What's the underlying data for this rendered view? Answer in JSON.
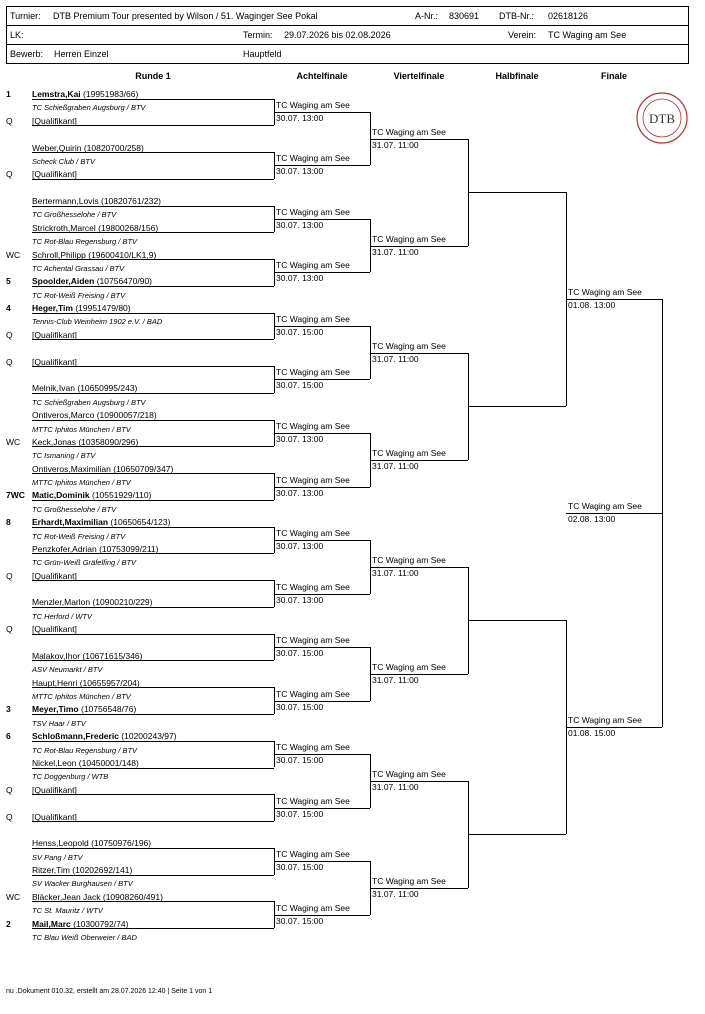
{
  "header": {
    "turnier_label": "Turnier:",
    "turnier": "DTB Premium Tour presented by Wilson / 51. Waginger See Pokal",
    "anr_label": "A-Nr.:",
    "anr": "830691",
    "dtbnr_label": "DTB-Nr.:",
    "dtbnr": "02618126",
    "lk_label": "LK:",
    "termin_label": "Termin:",
    "termin": "29.07.2026 bis 02.08.2026",
    "verein_label": "Verein:",
    "verein": "TC Waging am See",
    "bewerb_label": "Bewerb:",
    "bewerb": "Herren Einzel",
    "feld": "Hauptfeld"
  },
  "columns": [
    "Runde 1",
    "Achtelfinale",
    "Viertelfinale",
    "Halbfinale",
    "Finale"
  ],
  "logo_text": "DTB",
  "players": [
    {
      "seed": "1",
      "name": "Lemstra,Kai",
      "id": " (19951983/66)",
      "club": "TC Schießgraben Augsburg / BTV",
      "seeded": true
    },
    {
      "seed": "Q",
      "name": "[Qualifikant]",
      "id": "",
      "club": "",
      "seeded": false
    },
    {
      "seed": "",
      "name": "Weber,Quirin",
      "id": " (10820700/258)",
      "club": "Scheck Club / BTV",
      "seeded": false
    },
    {
      "seed": "Q",
      "name": "[Qualifikant]",
      "id": "",
      "club": "",
      "seeded": false
    },
    {
      "seed": "",
      "name": "Bertermann,Lovis",
      "id": " (10820761/232)",
      "club": "TC Großhesselohe / BTV",
      "seeded": false
    },
    {
      "seed": "",
      "name": "Strickroth,Marcel",
      "id": " (19800268/156)",
      "club": "TC Rot-Blau Regensburg / BTV",
      "seeded": false
    },
    {
      "seed": "WC",
      "name": "Schroll,Philipp",
      "id": " (19600410/LK1,9)",
      "club": "TC Achental Grassau / BTV",
      "seeded": false
    },
    {
      "seed": "5",
      "name": "Spoolder,Aiden",
      "id": " (10756470/90)",
      "club": "TC Rot-Weiß Freising / BTV",
      "seeded": true
    },
    {
      "seed": "4",
      "name": "Heger,Tim",
      "id": " (19951479/80)",
      "club": "Tennis-Club Weinheim 1902 e.V. / BAD",
      "seeded": true
    },
    {
      "seed": "Q",
      "name": "[Qualifikant]",
      "id": "",
      "club": "",
      "seeded": false
    },
    {
      "seed": "Q",
      "name": "[Qualifikant]",
      "id": "",
      "club": "",
      "seeded": false
    },
    {
      "seed": "",
      "name": "Melnik,Ivan",
      "id": " (10650995/243)",
      "club": "TC Schießgraben Augsburg / BTV",
      "seeded": false
    },
    {
      "seed": "",
      "name": "Ontiveros,Marco",
      "id": " (10900057/218)",
      "club": "MTTC Iphitos München / BTV",
      "seeded": false
    },
    {
      "seed": "WC",
      "name": "Keck,Jonas",
      "id": " (10358090/296)",
      "club": "TC Ismaning / BTV",
      "seeded": false
    },
    {
      "seed": "",
      "name": "Ontiveros,Maximilian",
      "id": " (10650709/347)",
      "club": "MTTC Iphitos München / BTV",
      "seeded": false
    },
    {
      "seed": "7WC",
      "name": "Matic,Dominik",
      "id": " (10551929/110)",
      "club": "TC Großhesselohe / BTV",
      "seeded": true
    },
    {
      "seed": "8",
      "name": "Erhardt,Maximilian",
      "id": " (10650654/123)",
      "club": "TC Rot-Weiß Freising / BTV",
      "seeded": true
    },
    {
      "seed": "",
      "name": "Penzkofer,Adrian",
      "id": " (10753099/211)",
      "club": "TC Grün-Weiß Gräfelfing / BTV",
      "seeded": false
    },
    {
      "seed": "Q",
      "name": "[Qualifikant]",
      "id": "",
      "club": "",
      "seeded": false
    },
    {
      "seed": "",
      "name": "Menzler,Marlon",
      "id": " (10900210/229)",
      "club": "TC Herford / WTV",
      "seeded": false
    },
    {
      "seed": "Q",
      "name": "[Qualifikant]",
      "id": "",
      "club": "",
      "seeded": false
    },
    {
      "seed": "",
      "name": "Malakov,Ihor",
      "id": " (10671615/346)",
      "club": "ASV Neumarkt / BTV",
      "seeded": false
    },
    {
      "seed": "",
      "name": "Haupt,Henri",
      "id": " (10655957/204)",
      "club": "MTTC Iphitos München / BTV",
      "seeded": false
    },
    {
      "seed": "3",
      "name": "Meyer,Timo",
      "id": " (10756548/76)",
      "club": "TSV Haar / BTV",
      "seeded": true
    },
    {
      "seed": "6",
      "name": "Schloßmann,Frederic",
      "id": " (10200243/97)",
      "club": "TC Rot-Blau Regensburg / BTV",
      "seeded": true
    },
    {
      "seed": "",
      "name": "Nickel,Leon",
      "id": " (10450001/148)",
      "club": "TC Doggenburg / WTB",
      "seeded": false
    },
    {
      "seed": "Q",
      "name": "[Qualifikant]",
      "id": "",
      "club": "",
      "seeded": false
    },
    {
      "seed": "Q",
      "name": "[Qualifikant]",
      "id": "",
      "club": "",
      "seeded": false
    },
    {
      "seed": "",
      "name": "Henss,Leopold",
      "id": " (10750976/196)",
      "club": "SV Pang / BTV",
      "seeded": false
    },
    {
      "seed": "",
      "name": "Ritzer,Tim",
      "id": " (10202692/141)",
      "club": "SV Wacker Burghausen / BTV",
      "seeded": false
    },
    {
      "seed": "WC",
      "name": "Bläcker,Jean Jack",
      "id": " (10908260/491)",
      "club": "TC St. Mauritz / WTV",
      "seeded": false
    },
    {
      "seed": "2",
      "name": "Mail,Marc",
      "id": " (10300792/74)",
      "club": "TC Blau Weiß Oberweier / BAD",
      "seeded": true
    }
  ],
  "rounds": {
    "r16": [
      {
        "venue": "TC Waging am See",
        "time": "30.07. 13:00"
      },
      {
        "venue": "TC Waging am See",
        "time": "30.07. 13:00"
      },
      {
        "venue": "TC Waging am See",
        "time": "30.07. 13:00"
      },
      {
        "venue": "TC Waging am See",
        "time": "30.07. 13:00"
      },
      {
        "venue": "TC Waging am See",
        "time": "30.07. 15:00"
      },
      {
        "venue": "TC Waging am See",
        "time": "30.07. 15:00"
      },
      {
        "venue": "TC Waging am See",
        "time": "30.07. 13:00"
      },
      {
        "venue": "TC Waging am See",
        "time": "30.07. 13:00"
      },
      {
        "venue": "TC Waging am See",
        "time": "30.07. 13:00"
      },
      {
        "venue": "TC Waging am See",
        "time": "30.07. 13:00"
      },
      {
        "venue": "TC Waging am See",
        "time": "30.07. 15:00"
      },
      {
        "venue": "TC Waging am See",
        "time": "30.07. 15:00"
      },
      {
        "venue": "TC Waging am See",
        "time": "30.07. 15:00"
      },
      {
        "venue": "TC Waging am See",
        "time": "30.07. 15:00"
      },
      {
        "venue": "TC Waging am See",
        "time": "30.07. 15:00"
      },
      {
        "venue": "TC Waging am See",
        "time": "30.07. 15:00"
      }
    ],
    "qf": [
      {
        "venue": "TC Waging am See",
        "time": "31.07. 11:00"
      },
      {
        "venue": "TC Waging am See",
        "time": "31.07. 11:00"
      },
      {
        "venue": "TC Waging am See",
        "time": "31.07. 11:00"
      },
      {
        "venue": "TC Waging am See",
        "time": "31.07. 11:00"
      },
      {
        "venue": "TC Waging am See",
        "time": "31.07. 11:00"
      },
      {
        "venue": "TC Waging am See",
        "time": "31.07. 11:00"
      },
      {
        "venue": "TC Waging am See",
        "time": "31.07. 11:00"
      },
      {
        "venue": "TC Waging am See",
        "time": "31.07. 11:00"
      }
    ],
    "sf": [
      {
        "venue": "TC Waging am See",
        "time": "01.08. 13:00"
      },
      {
        "venue": "TC Waging am See",
        "time": "01.08. 15:00"
      }
    ],
    "final": {
      "venue": "TC Waging am See",
      "time": "02.08. 13:00"
    }
  },
  "footer": "nu .Dokument 010.32, erstellt am 28.07.2026 12:40 | Seite 1 von  1"
}
